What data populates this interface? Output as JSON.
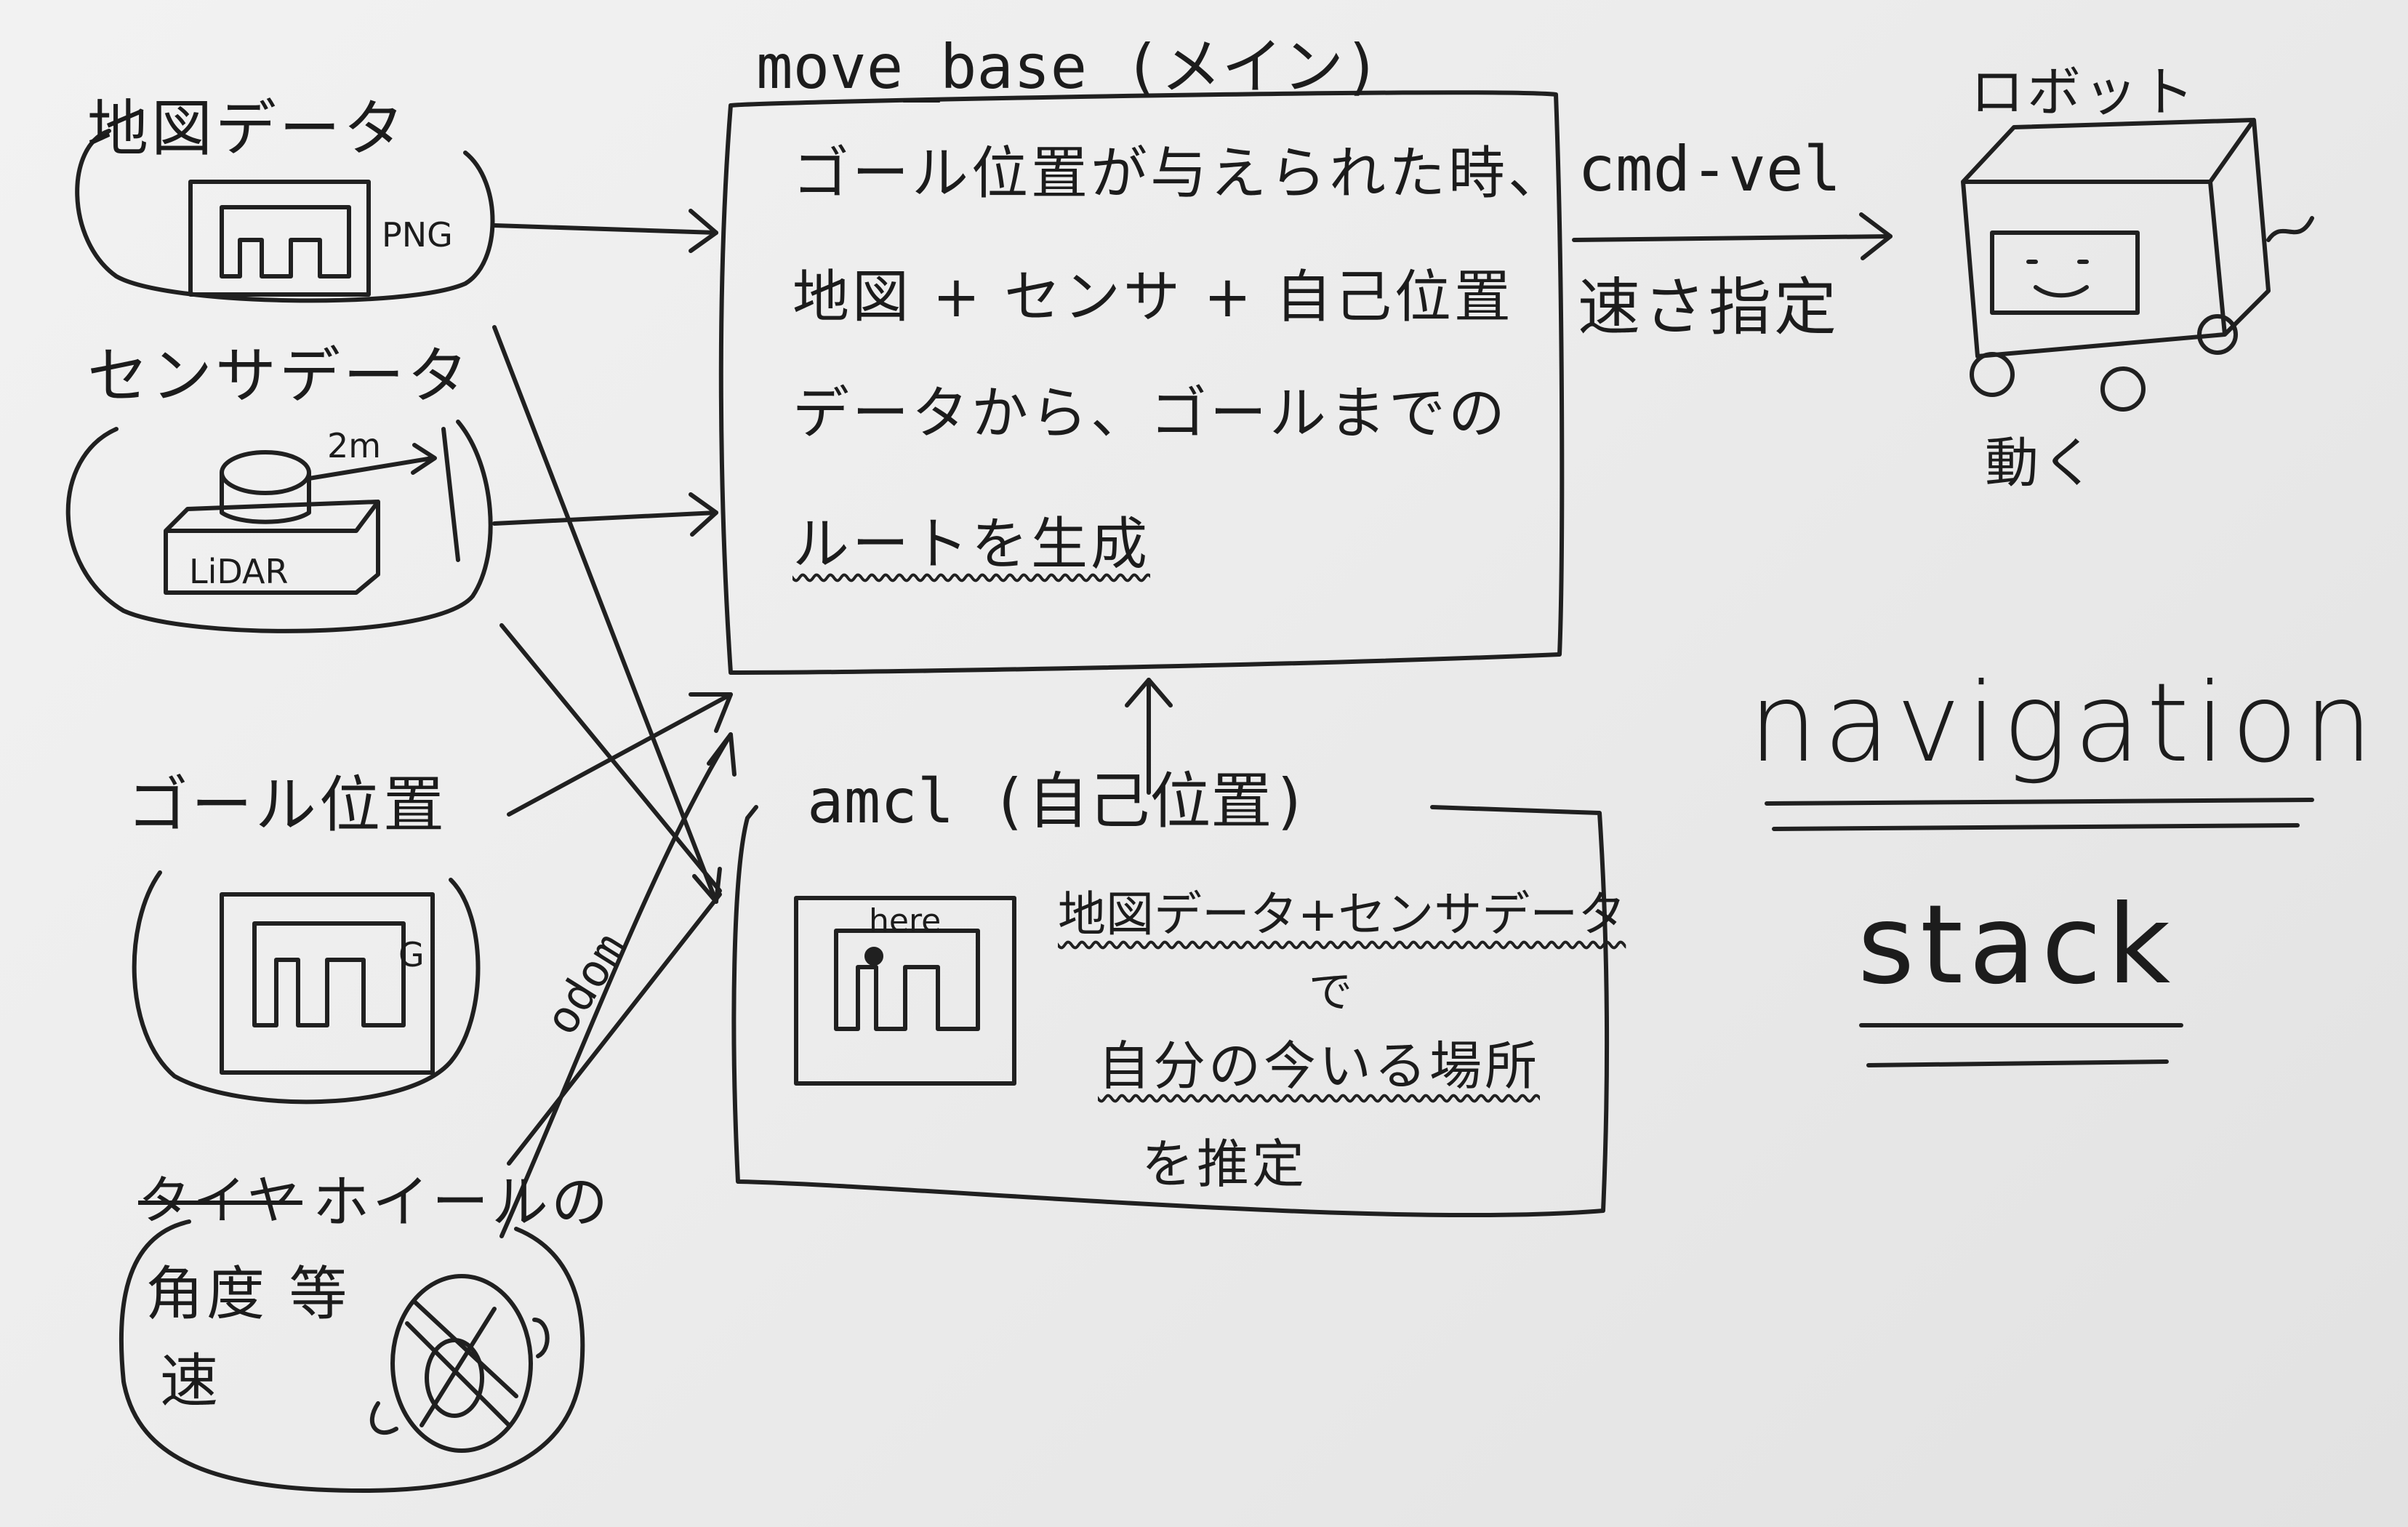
{
  "inputs": {
    "map_data": {
      "label": "地図データ",
      "file_label": "PNG"
    },
    "sensor_data": {
      "label": "センサデータ",
      "range_label": "2m",
      "device_label": "LiDAR"
    },
    "goal_position": {
      "label": "ゴール位置",
      "marker_label": "G"
    },
    "wheel": {
      "struck_label": "タイヤ",
      "label": "ホイールの",
      "line2": "角度 等",
      "line3": "速"
    }
  },
  "move_base": {
    "title": "move_base (メイン)",
    "lines": [
      "ゴール位置が与えられた時、",
      "地図 + センサ + 自己位置",
      "データから、ゴールまでの",
      "ルートを生成"
    ]
  },
  "amcl": {
    "title": "amcl (自己位置)",
    "marker_label": "here",
    "lines": [
      "地図データ+センサデータ",
      "で",
      "自分の今いる場所",
      "を推定"
    ]
  },
  "odom_label": "odom",
  "cmd_vel": {
    "label": "cmd-vel",
    "description": "速さ指定"
  },
  "robot": {
    "label": "ロボット",
    "action": "動く"
  },
  "title": {
    "line1": "navigation",
    "line2": "stack"
  }
}
